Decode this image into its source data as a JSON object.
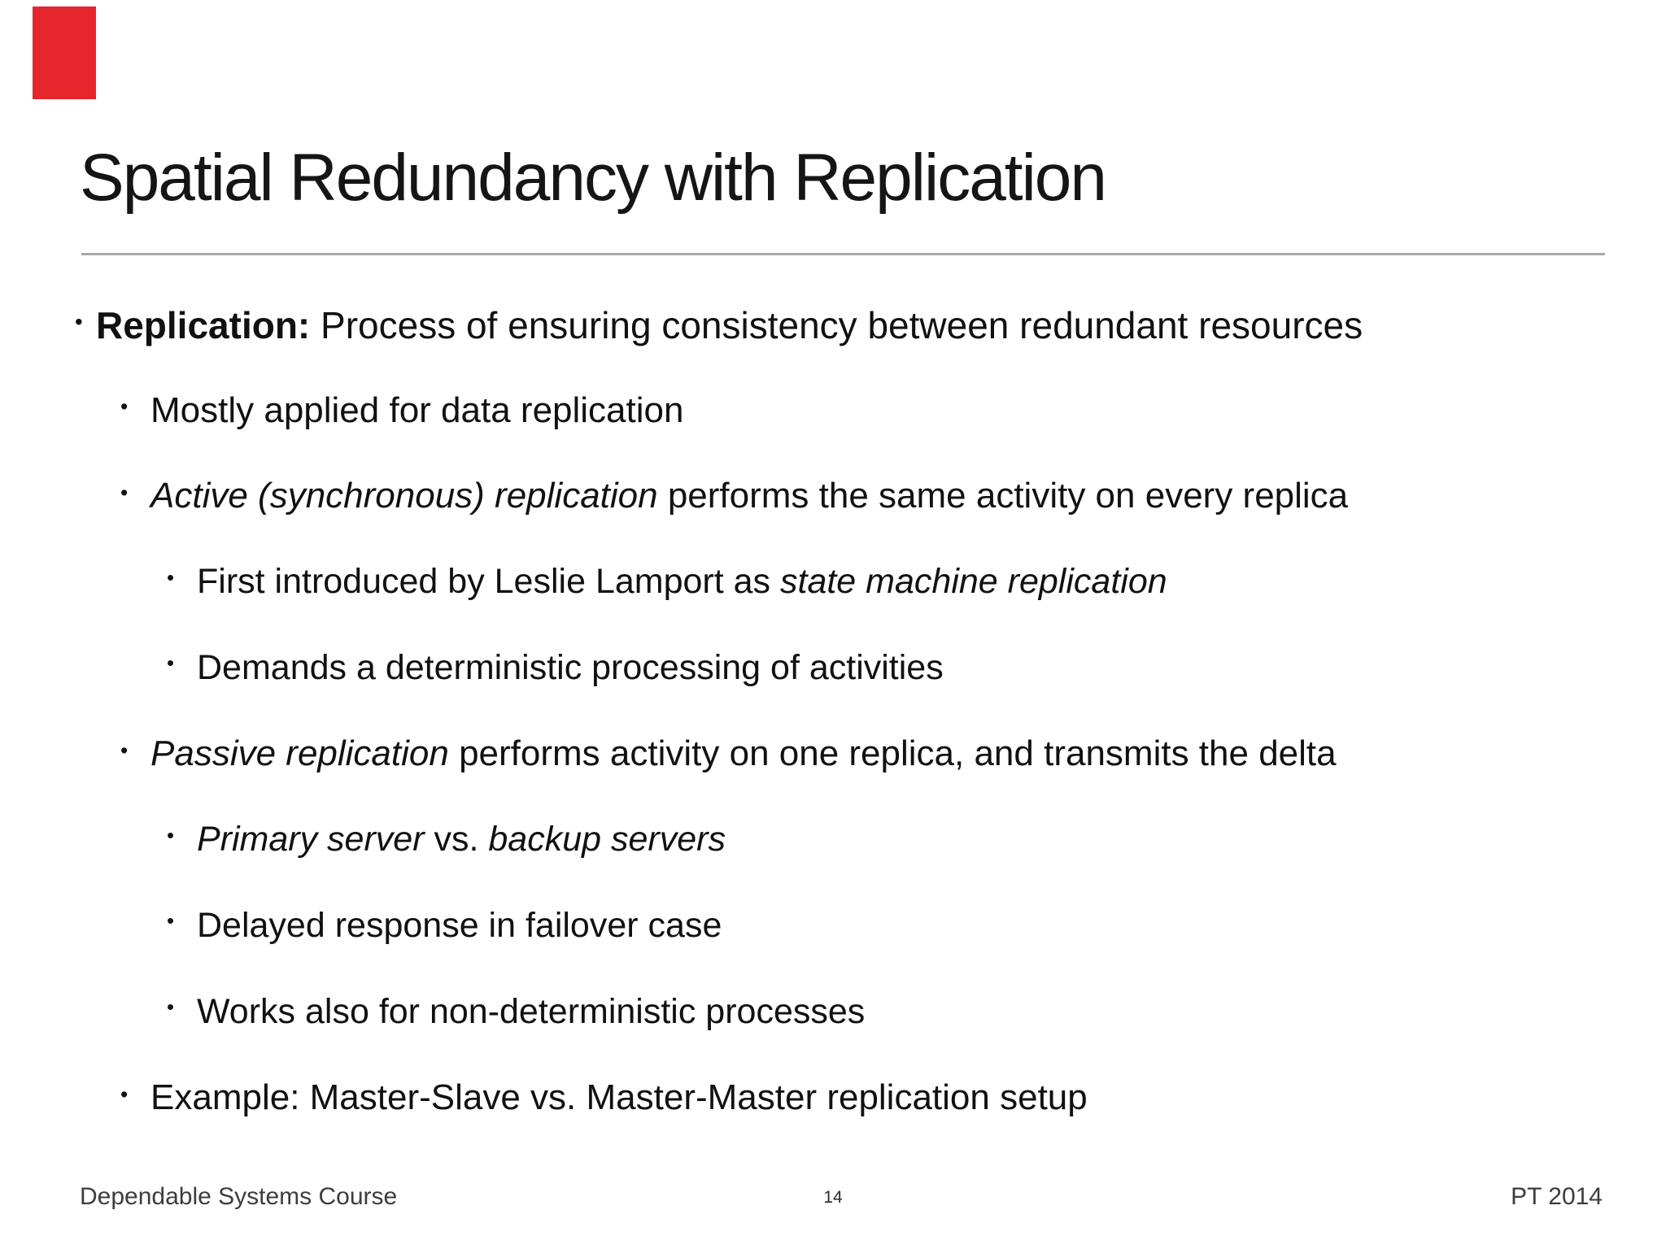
{
  "slide": {
    "title": "Spatial Redundancy with Replication",
    "accent_color": "#e5262c",
    "bullet_glyph": "•",
    "bullets": [
      {
        "level": 1,
        "runs": [
          {
            "text": "Replication:",
            "style": "bold"
          },
          {
            "text": " Process of ensuring consistency between redundant resources",
            "style": "normal"
          }
        ]
      },
      {
        "level": 2,
        "runs": [
          {
            "text": "Mostly applied for data replication",
            "style": "normal"
          }
        ]
      },
      {
        "level": 2,
        "runs": [
          {
            "text": "Active (synchronous) replication",
            "style": "italic"
          },
          {
            "text": " performs the same activity on every replica",
            "style": "normal"
          }
        ]
      },
      {
        "level": 3,
        "runs": [
          {
            "text": "First introduced by Leslie Lamport as ",
            "style": "normal"
          },
          {
            "text": "state machine replication",
            "style": "italic"
          }
        ]
      },
      {
        "level": 3,
        "runs": [
          {
            "text": "Demands a deterministic processing of activities",
            "style": "normal"
          }
        ]
      },
      {
        "level": 2,
        "runs": [
          {
            "text": "Passive replication",
            "style": "italic"
          },
          {
            "text": " performs activity on one replica, and transmits the delta",
            "style": "normal"
          }
        ]
      },
      {
        "level": 3,
        "runs": [
          {
            "text": "Primary server",
            "style": "italic"
          },
          {
            "text": " vs. ",
            "style": "normal"
          },
          {
            "text": "backup servers",
            "style": "italic"
          }
        ]
      },
      {
        "level": 3,
        "runs": [
          {
            "text": "Delayed response in failover case",
            "style": "normal"
          }
        ]
      },
      {
        "level": 3,
        "runs": [
          {
            "text": "Works also for non-deterministic processes",
            "style": "normal"
          }
        ]
      },
      {
        "level": 2,
        "runs": [
          {
            "text": "Example: Master-Slave vs. Master-Master replication setup",
            "style": "normal"
          }
        ]
      }
    ],
    "footer": {
      "left": "Dependable Systems Course",
      "page_number": "14",
      "right": "PT 2014"
    }
  }
}
